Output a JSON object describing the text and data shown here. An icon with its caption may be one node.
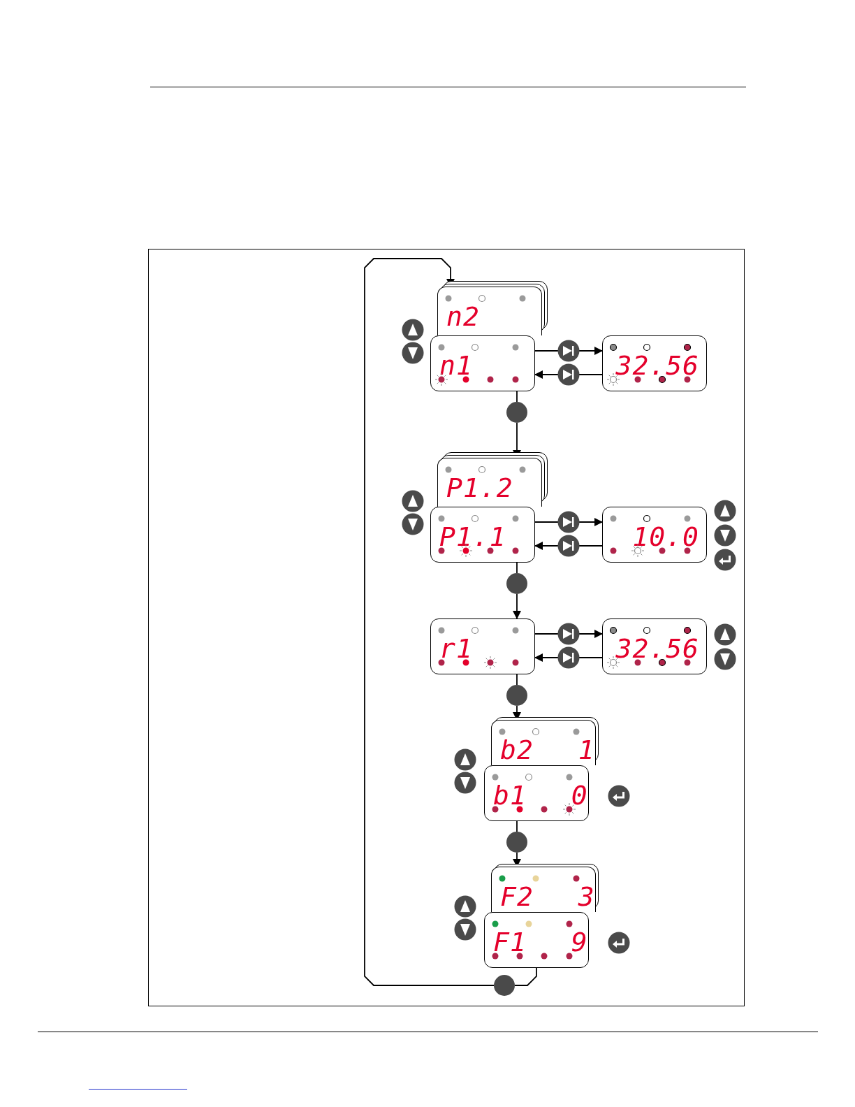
{
  "diagram": {
    "nodes": [
      {
        "text": [
          "n2"
        ]
      },
      {
        "text": [
          "n1"
        ]
      },
      {
        "text": [
          "32.56"
        ]
      },
      {
        "text": [],
        "shape": "circle"
      },
      {
        "text": [
          "P1.2"
        ]
      },
      {
        "text": [
          "P1.1"
        ]
      },
      {
        "text": [
          "10.0"
        ]
      },
      {
        "text": [],
        "shape": "circle"
      },
      {
        "text": [
          "r1"
        ]
      },
      {
        "text": [
          "32.56"
        ]
      },
      {
        "text": [],
        "shape": "circle"
      },
      {
        "text": [
          "b2 1"
        ]
      },
      {
        "text": [
          "b1 0"
        ]
      },
      {
        "text": [],
        "shape": "circle"
      },
      {
        "text": [
          "F2 3"
        ]
      },
      {
        "text": [
          "F1 9"
        ]
      },
      {
        "text": [],
        "shape": "circle"
      }
    ],
    "edges": [
      {
        "from": 1,
        "to": 2,
        "arrow": "to"
      },
      {
        "from": 2,
        "to": 1,
        "arrow": "to"
      },
      {
        "from": 1,
        "to": 3,
        "arrow": "none"
      },
      {
        "from": 3,
        "to": 4,
        "arrow": "to"
      },
      {
        "from": 5,
        "to": 6,
        "arrow": "to"
      },
      {
        "from": 6,
        "to": 5,
        "arrow": "to"
      },
      {
        "from": 5,
        "to": 7,
        "arrow": "none"
      },
      {
        "from": 7,
        "to": 8,
        "arrow": "to"
      },
      {
        "from": 8,
        "to": 9,
        "arrow": "to"
      },
      {
        "from": 9,
        "to": 8,
        "arrow": "to"
      },
      {
        "from": 8,
        "to": 10,
        "arrow": "none"
      },
      {
        "from": 10,
        "to": 11,
        "arrow": "to"
      },
      {
        "from": 12,
        "to": 13,
        "arrow": "none"
      },
      {
        "from": 13,
        "to": 14,
        "arrow": "to"
      },
      {
        "from": 15,
        "to": 16,
        "arrow": "none"
      },
      {
        "from": 16,
        "to": 0,
        "arrow": "to"
      }
    ]
  }
}
